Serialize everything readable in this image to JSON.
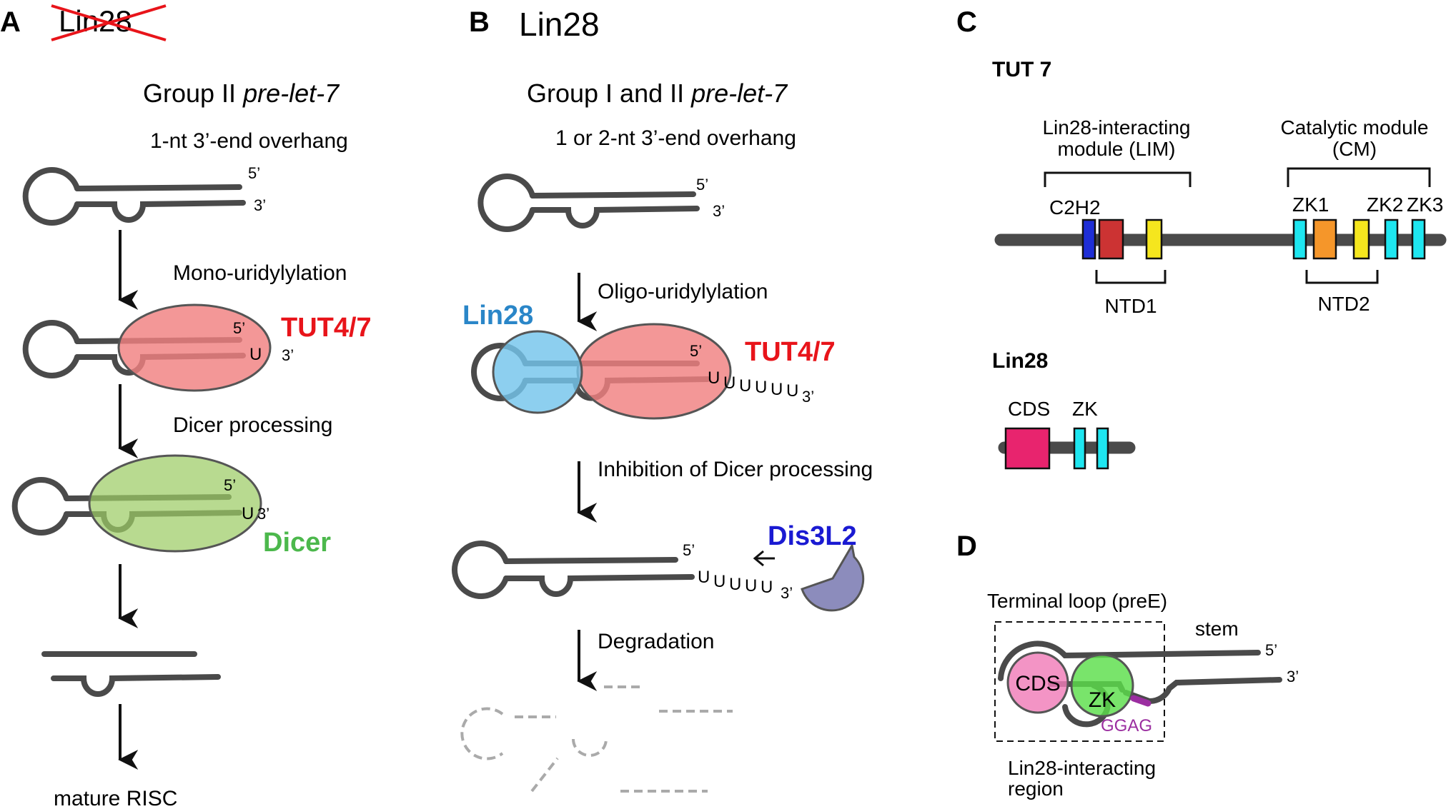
{
  "panelA": {
    "letter": "A",
    "condition": "Lin28",
    "title_main": "Group II ",
    "title_italic": "pre-let-7",
    "subtitle": "1-nt 3’-end overhang",
    "step1": "Mono-uridylylation",
    "step2": "Dicer processing",
    "enzyme1": "TUT4/7",
    "enzyme2": "Dicer",
    "end5": "5’",
    "end3": "3’",
    "u": "U",
    "final": "mature RISC"
  },
  "panelB": {
    "letter": "B",
    "condition": "Lin28",
    "title_main": "Group I and II ",
    "title_italic": "pre-let-7",
    "subtitle": "1 or 2-nt 3’-end overhang",
    "step1": "Oligo-uridylylation",
    "step2": "Inhibition of Dicer processing",
    "step3": "Degradation",
    "lin28": "Lin28",
    "enzyme1": "TUT4/7",
    "enzyme2": "Dis3L2",
    "end5": "5’",
    "end3": "3’",
    "u": "U"
  },
  "panelC": {
    "letter": "C",
    "tut7": "TUT 7",
    "lim_line1": "Lin28-interacting",
    "lim_line2": "module (LIM)",
    "cm_line1": "Catalytic module",
    "cm_line2": "(CM)",
    "c2h2": "C2H2",
    "zk1": "ZK1",
    "zk2": "ZK2",
    "zk3": "ZK3",
    "ntd1": "NTD1",
    "ntd2": "NTD2",
    "lin28": "Lin28",
    "cds": "CDS",
    "zk": "ZK"
  },
  "panelD": {
    "letter": "D",
    "terminal_loop": "Terminal loop (preE)",
    "stem": "stem",
    "cds": "CDS",
    "zk": "ZK",
    "ggag": "GGAG",
    "region_line1": "Lin28-interacting",
    "region_line2": "region",
    "end5": "5’",
    "end3": "3’"
  },
  "colors": {
    "rna": "#4a4a4a",
    "tut": "#f08080",
    "tut_text": "#e8141a",
    "dicer": "#9ccc65",
    "dicer_text": "#4cb84c",
    "lin28": "#74c4ec",
    "lin28_text": "#2a86c8",
    "dis3l2": "#8c8cbc",
    "dis3l2_text": "#1a1ad2",
    "c2h2": "#1e2ed6",
    "red_domain": "#cc3333",
    "yellow_domain": "#f5e61e",
    "cyan_domain": "#1ee6f0",
    "orange_domain": "#f5962a",
    "cds_domain": "#e8246e",
    "ggag": "#9b2ea0"
  }
}
